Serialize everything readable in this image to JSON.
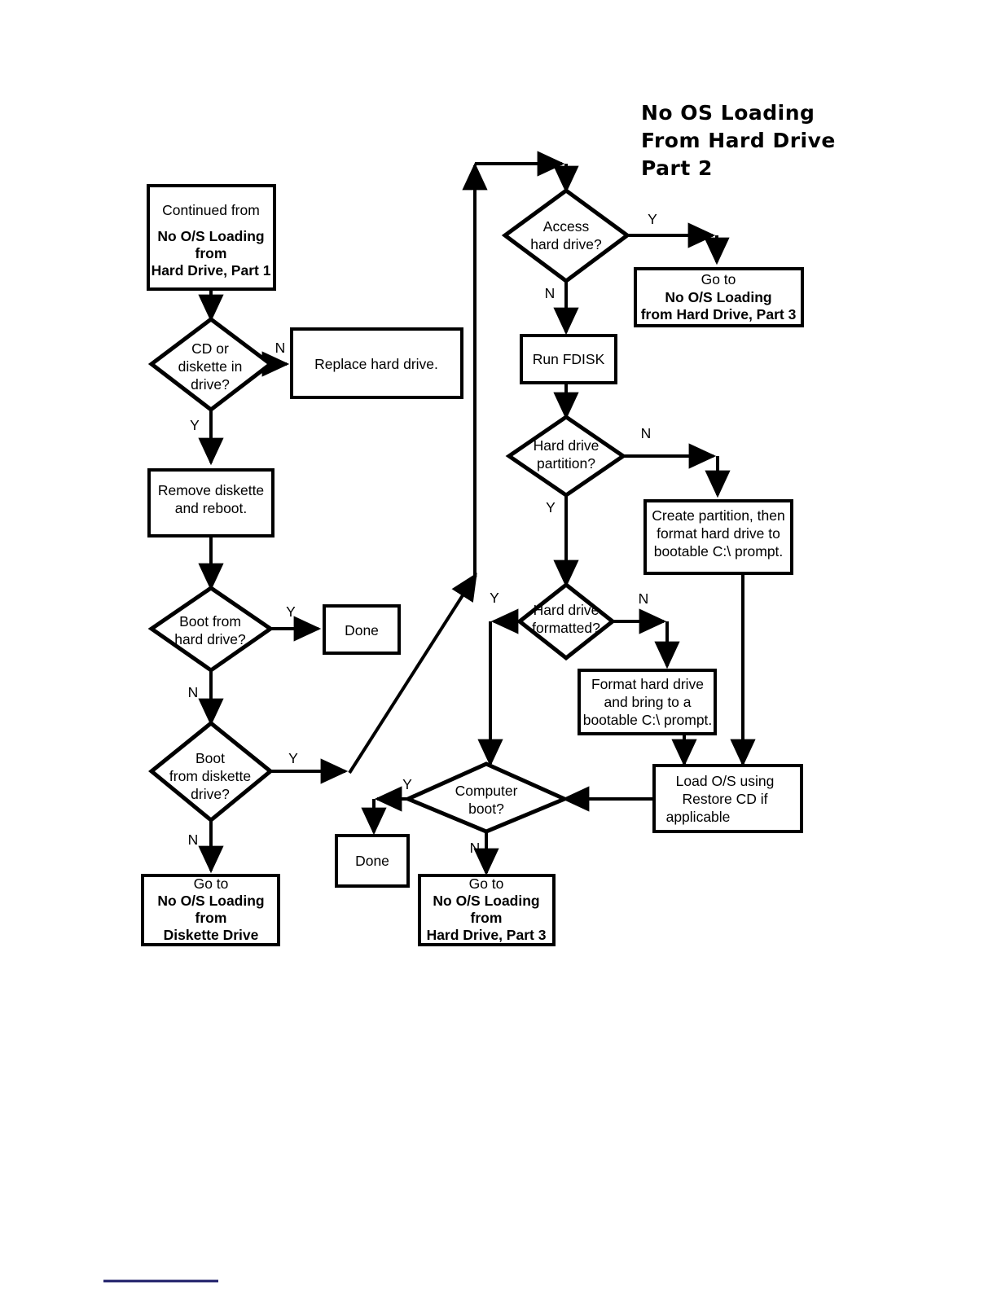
{
  "title": {
    "line1": "No OS Loading",
    "line2": "From Hard Drive",
    "line3": "Part 2"
  },
  "chart_data": {
    "type": "diagram",
    "subtype": "flowchart",
    "title": "No OS Loading From Hard Drive Part 2",
    "nodes": [
      {
        "id": "continued",
        "shape": "process",
        "lines": [
          "Continued from",
          "No O/S Loading",
          "from",
          "Hard Drive, Part 1"
        ]
      },
      {
        "id": "cd-or-diskette",
        "shape": "decision",
        "lines": [
          "CD or",
          "diskette in",
          "drive?"
        ]
      },
      {
        "id": "replace-hd",
        "shape": "process",
        "lines": [
          "Replace hard drive."
        ]
      },
      {
        "id": "remove-diskette",
        "shape": "process",
        "lines": [
          "Remove diskette",
          "and reboot."
        ]
      },
      {
        "id": "boot-from-hd",
        "shape": "decision",
        "lines": [
          "Boot from",
          "hard drive?"
        ]
      },
      {
        "id": "done-left",
        "shape": "process",
        "lines": [
          "Done"
        ]
      },
      {
        "id": "boot-from-diskette",
        "shape": "decision",
        "lines": [
          "Boot",
          "from diskette",
          "drive?"
        ]
      },
      {
        "id": "goto-diskette",
        "shape": "process",
        "lines": [
          "Go to",
          "No O/S Loading",
          "from",
          "Diskette Drive"
        ]
      },
      {
        "id": "access-hd",
        "shape": "decision",
        "lines": [
          "Access",
          "hard drive?"
        ]
      },
      {
        "id": "goto-part3-top",
        "shape": "process",
        "lines": [
          "Go to",
          "No O/S Loading",
          "from Hard Drive, Part 3"
        ]
      },
      {
        "id": "run-fdisk",
        "shape": "process",
        "lines": [
          "Run FDISK"
        ]
      },
      {
        "id": "hd-partition",
        "shape": "decision",
        "lines": [
          "Hard drive",
          "partition?"
        ]
      },
      {
        "id": "create-partition",
        "shape": "process",
        "lines": [
          "Create partition, then",
          "format hard drive to",
          "bootable C:\\ prompt."
        ]
      },
      {
        "id": "hd-formatted",
        "shape": "decision",
        "lines": [
          "Hard drive",
          "formatted?"
        ]
      },
      {
        "id": "format-hd",
        "shape": "process",
        "lines": [
          "Format hard drive",
          "and bring to a",
          "bootable C:\\ prompt."
        ]
      },
      {
        "id": "load-os",
        "shape": "process",
        "lines": [
          "Load O/S using",
          "Restore CD if",
          "applicable"
        ]
      },
      {
        "id": "computer-boot",
        "shape": "decision",
        "lines": [
          "Computer",
          "boot?"
        ]
      },
      {
        "id": "done-bottom",
        "shape": "process",
        "lines": [
          "Done"
        ]
      },
      {
        "id": "goto-part3-bottom",
        "shape": "process",
        "lines": [
          "Go to",
          "No O/S Loading",
          "from",
          "Hard Drive, Part 3"
        ]
      }
    ],
    "edges": [
      {
        "from": "continued",
        "to": "cd-or-diskette",
        "label": ""
      },
      {
        "from": "cd-or-diskette",
        "to": "replace-hd",
        "label": "N"
      },
      {
        "from": "cd-or-diskette",
        "to": "remove-diskette",
        "label": "Y"
      },
      {
        "from": "remove-diskette",
        "to": "boot-from-hd",
        "label": ""
      },
      {
        "from": "boot-from-hd",
        "to": "done-left",
        "label": "Y"
      },
      {
        "from": "boot-from-hd",
        "to": "boot-from-diskette",
        "label": "N"
      },
      {
        "from": "boot-from-diskette",
        "to": "access-hd",
        "label": "Y"
      },
      {
        "from": "boot-from-diskette",
        "to": "goto-diskette",
        "label": "N"
      },
      {
        "from": "access-hd",
        "to": "goto-part3-top",
        "label": "Y"
      },
      {
        "from": "access-hd",
        "to": "run-fdisk",
        "label": "N"
      },
      {
        "from": "run-fdisk",
        "to": "hd-partition",
        "label": ""
      },
      {
        "from": "hd-partition",
        "to": "create-partition",
        "label": "N"
      },
      {
        "from": "hd-partition",
        "to": "hd-formatted",
        "label": "Y"
      },
      {
        "from": "hd-formatted",
        "to": "computer-boot",
        "label": "Y"
      },
      {
        "from": "hd-formatted",
        "to": "format-hd",
        "label": "N"
      },
      {
        "from": "create-partition",
        "to": "load-os",
        "label": ""
      },
      {
        "from": "format-hd",
        "to": "load-os",
        "label": ""
      },
      {
        "from": "load-os",
        "to": "computer-boot",
        "label": ""
      },
      {
        "from": "computer-boot",
        "to": "done-bottom",
        "label": "Y"
      },
      {
        "from": "computer-boot",
        "to": "goto-part3-bottom",
        "label": "N"
      }
    ],
    "edge_labels": [
      "N",
      "Y",
      "Y",
      "N",
      "Y",
      "N",
      "Y",
      "N",
      "Y",
      "N",
      "Y",
      "N"
    ]
  },
  "nodes": {
    "continued": {
      "l1": "Continued from",
      "l2": "No O/S Loading",
      "l3": "from",
      "l4": "Hard Drive, Part 1"
    },
    "cd_or_diskette": {
      "l1": "CD or",
      "l2": "diskette in",
      "l3": "drive?"
    },
    "replace_hd": {
      "l1": "Replace hard drive."
    },
    "remove_diskette": {
      "l1": "Remove diskette",
      "l2": "and reboot."
    },
    "boot_from_hd": {
      "l1": "Boot from",
      "l2": "hard drive?"
    },
    "done_left": {
      "l1": "Done"
    },
    "boot_from_diskette": {
      "l1": "Boot",
      "l2": "from diskette",
      "l3": "drive?"
    },
    "goto_diskette": {
      "l1": "Go to",
      "l2": "No O/S Loading",
      "l3": "from",
      "l4": "Diskette Drive"
    },
    "access_hd": {
      "l1": "Access",
      "l2": "hard drive?"
    },
    "goto_part3_top": {
      "l1": "Go to",
      "l2": "No O/S Loading",
      "l3": "from Hard Drive, Part 3"
    },
    "run_fdisk": {
      "l1": "Run FDISK"
    },
    "hd_partition": {
      "l1": "Hard drive",
      "l2": "partition?"
    },
    "create_partition": {
      "l1": "Create partition, then",
      "l2": "format hard drive to",
      "l3": "bootable C:\\ prompt."
    },
    "hd_formatted": {
      "l1": "Hard drive",
      "l2": "formatted?"
    },
    "format_hd": {
      "l1": "Format hard drive",
      "l2": "and bring to a",
      "l3": "bootable C:\\ prompt."
    },
    "load_os": {
      "l1a": "Load O/S using",
      "l2a": "Restore CD",
      "l2b": " if",
      "l3": "applicable"
    },
    "computer_boot": {
      "l1": "Computer",
      "l2": "boot?"
    },
    "done_bottom": {
      "l1": "Done"
    },
    "goto_part3_bottom": {
      "l1": "Go to",
      "l2": "No O/S Loading",
      "l3": "from",
      "l4": "Hard Drive, Part 3"
    }
  },
  "labels": {
    "cd_n": "N",
    "cd_y": "Y",
    "boot_hd_y": "Y",
    "boot_hd_n": "N",
    "boot_dk_y": "Y",
    "boot_dk_n": "N",
    "access_y": "Y",
    "access_n": "N",
    "part_n": "N",
    "part_y": "Y",
    "fmt_y": "Y",
    "fmt_n": "N",
    "cboot_y": "Y",
    "cboot_n": "N"
  },
  "colors": {
    "stroke": "#000000",
    "fill": "#ffffff",
    "rule": "#1a1a66"
  }
}
